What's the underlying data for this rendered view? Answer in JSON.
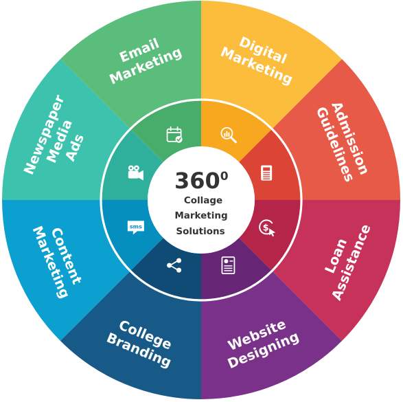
{
  "center": {
    "number": "360",
    "superscript": "0",
    "line1": "Collage",
    "line2": "Marketing",
    "line3": "Solutions"
  },
  "colors": {
    "ring": "#ffffff",
    "center_fill": "#ffffff",
    "center_text": "#333333"
  },
  "segments": [
    {
      "id": "digital",
      "lines": [
        "Digital",
        "Marketing"
      ],
      "color": "#fcbc3c",
      "inner": "#f8a81e",
      "icon": "magnifier-chart-icon"
    },
    {
      "id": "admission",
      "lines": [
        "Admission",
        "Guidelines"
      ],
      "color": "#e85a48",
      "inner": "#dc4436",
      "icon": "document-icon"
    },
    {
      "id": "loan",
      "lines": [
        "Loan",
        "Assistance"
      ],
      "color": "#c7325a",
      "inner": "#b52449",
      "icon": "dollar-cursor-icon"
    },
    {
      "id": "website",
      "lines": [
        "Website",
        "Designing"
      ],
      "color": "#7a3189",
      "inner": "#662675",
      "icon": "web-page-icon"
    },
    {
      "id": "branding",
      "lines": [
        "College",
        "Branding"
      ],
      "color": "#175a88",
      "inner": "#0f4b75",
      "icon": "share-icon"
    },
    {
      "id": "content",
      "lines": [
        "Content",
        "Marketing"
      ],
      "color": "#0ba0cf",
      "inner": "#058fbe",
      "icon": "sms-bubble-icon"
    },
    {
      "id": "newspaper",
      "lines": [
        "Newspaper",
        "Media",
        "Ads"
      ],
      "color": "#3dc2ae",
      "inner": "#2eb09c",
      "icon": "video-camera-icon"
    },
    {
      "id": "email",
      "lines": [
        "Email",
        "Marketing"
      ],
      "color": "#5bbd7c",
      "inner": "#48ad6a",
      "icon": "calendar-check-icon"
    }
  ]
}
